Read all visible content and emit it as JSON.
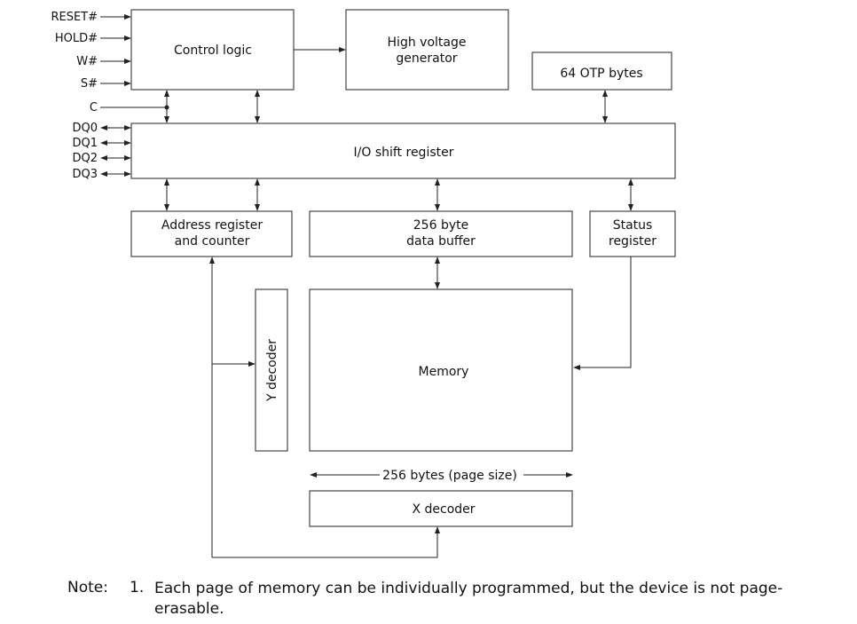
{
  "signals": {
    "reset": "RESET#",
    "hold": "HOLD#",
    "w": "W#",
    "s": "S#",
    "c": "C",
    "dq0": "DQ0",
    "dq1": "DQ1",
    "dq2": "DQ2",
    "dq3": "DQ3"
  },
  "blocks": {
    "control_logic": "Control logic",
    "hv_line1": "High voltage",
    "hv_line2": "generator",
    "otp": "64 OTP bytes",
    "io_shift": "I/O shift register",
    "addr_line1": "Address register",
    "addr_line2": "and counter",
    "buf_line1": "256 byte",
    "buf_line2": "data buffer",
    "status_line1": "Status",
    "status_line2": "register",
    "y_decoder": "Y decoder",
    "memory": "Memory",
    "page_size": "256 bytes (page size)",
    "x_decoder": "X decoder"
  },
  "note": {
    "label": "Note:",
    "number": "1.",
    "text": "Each page of memory can be individually programmed, but the device is not page-erasable."
  }
}
